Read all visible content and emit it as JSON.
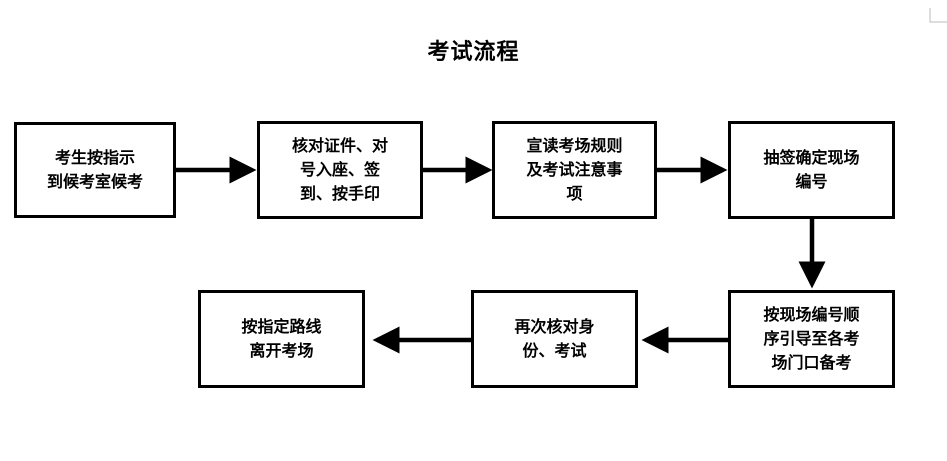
{
  "title": "考试流程",
  "steps": [
    {
      "lines": [
        "考生按指示",
        "到候考室候考"
      ]
    },
    {
      "lines": [
        "核对证件、对",
        "号入座、签",
        "到、按手印"
      ]
    },
    {
      "lines": [
        "宣读考场规则",
        "及考试注意事",
        "项"
      ]
    },
    {
      "lines": [
        "抽签确定现场",
        "编号"
      ]
    },
    {
      "lines": [
        "按现场编号顺",
        "序引导至各考",
        "场门口备考"
      ]
    },
    {
      "lines": [
        "再次核对身",
        "份、考试"
      ]
    },
    {
      "lines": [
        "按指定路线",
        "离开考场"
      ]
    }
  ],
  "flow": [
    [
      0,
      1
    ],
    [
      1,
      2
    ],
    [
      2,
      3
    ],
    [
      3,
      4
    ],
    [
      4,
      5
    ],
    [
      5,
      6
    ]
  ]
}
